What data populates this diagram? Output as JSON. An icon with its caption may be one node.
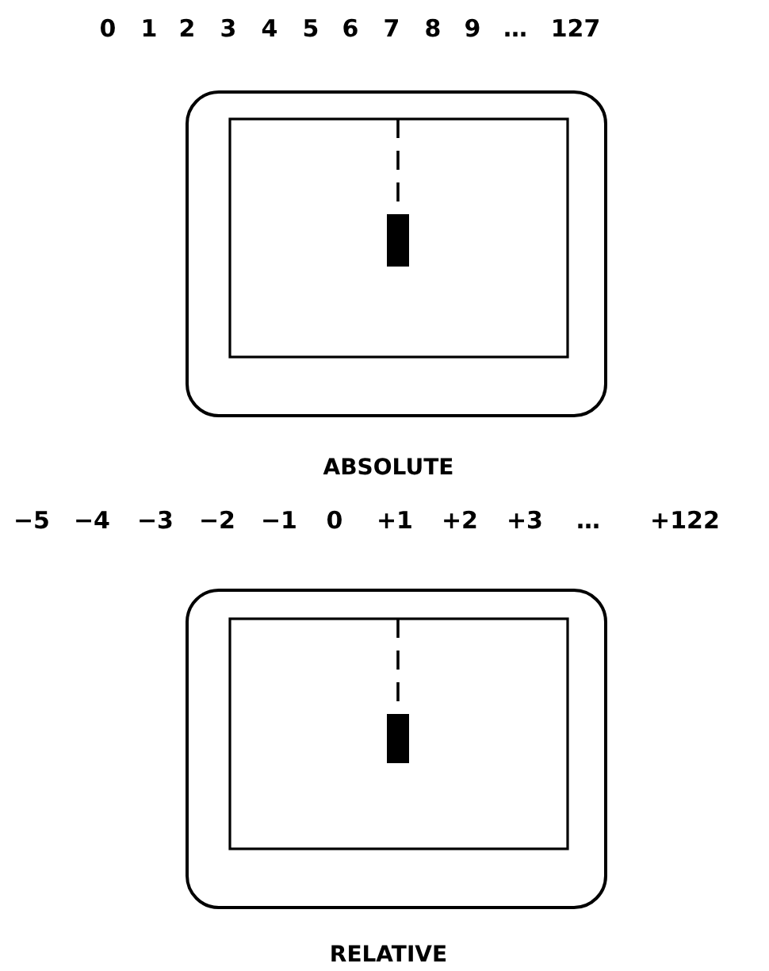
{
  "diagram": {
    "labels": [
      "0",
      "1",
      "2",
      "3",
      "4",
      "5",
      "6",
      "7",
      "8",
      "9",
      "…",
      "127",
      "ABSOLUTE",
      "−5",
      "−4",
      "−3",
      "−2",
      "−1",
      "0",
      "+1",
      "+2",
      "+3",
      "…",
      "+122",
      "RELATIVE"
    ]
  }
}
